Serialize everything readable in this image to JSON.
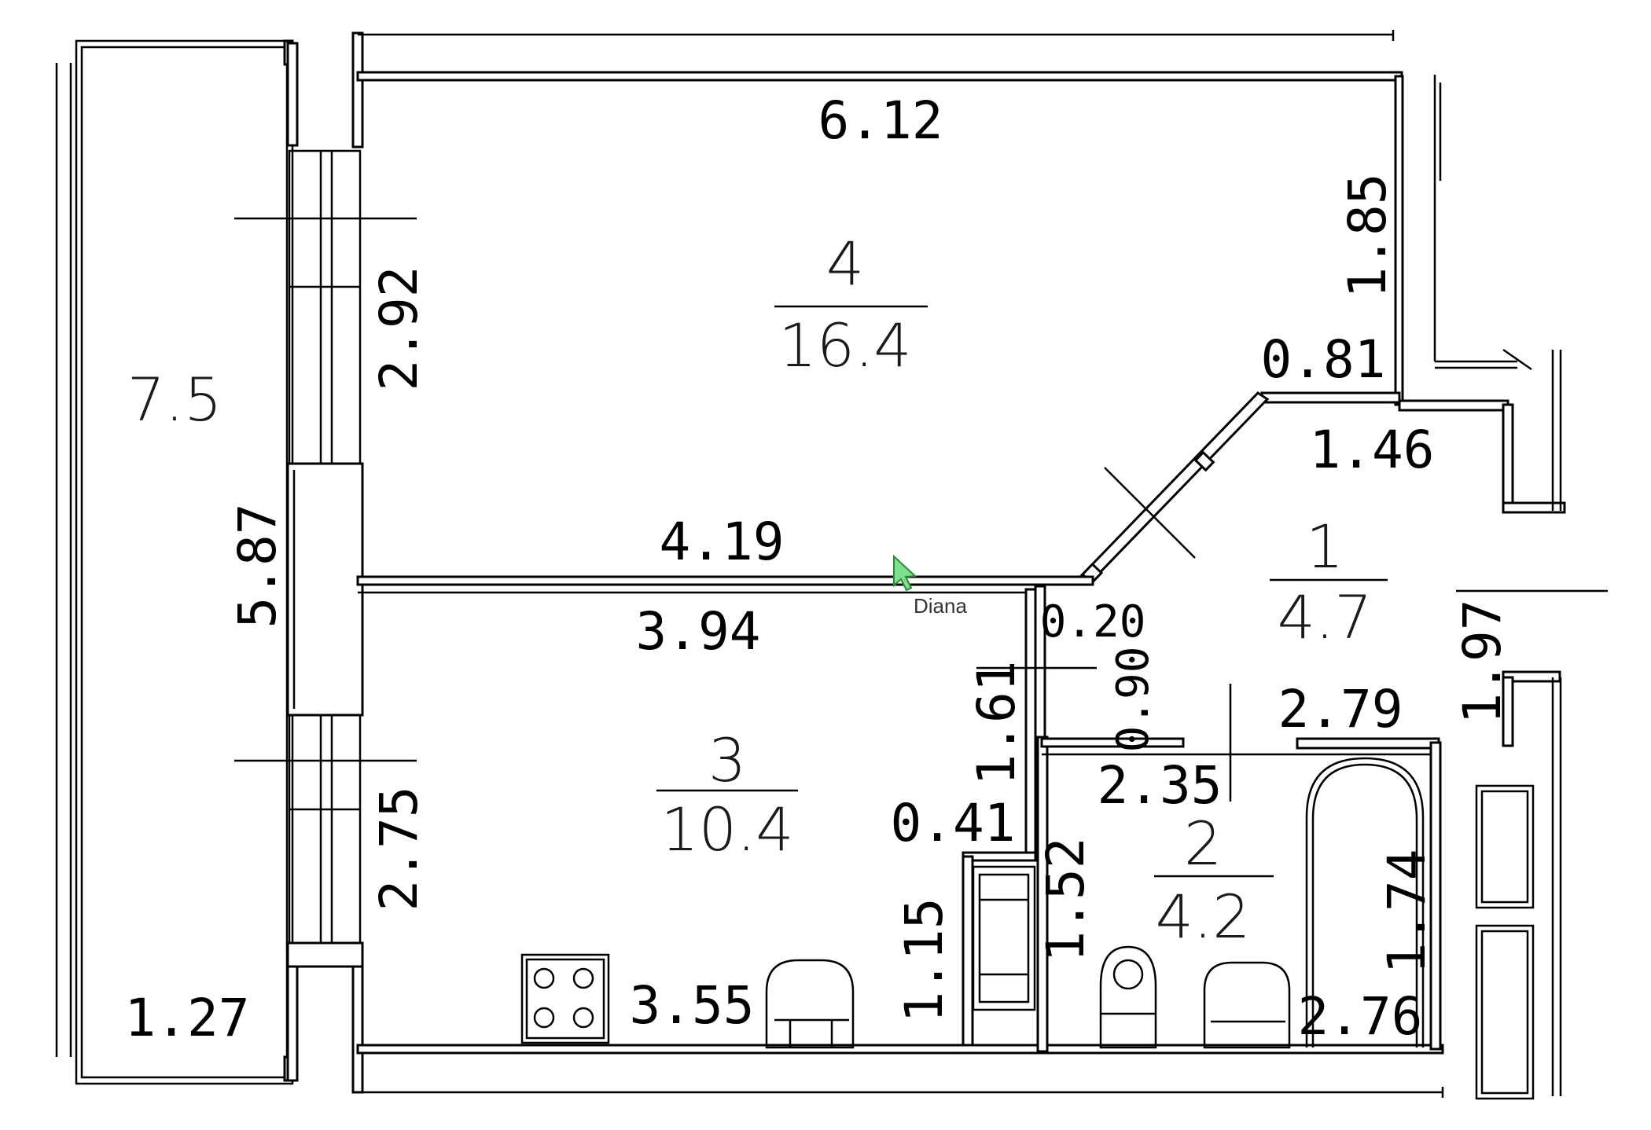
{
  "plan": {
    "rooms": [
      {
        "number": "4",
        "area": "16.4"
      },
      {
        "number": "3",
        "area": "10.4"
      },
      {
        "number": "1",
        "area": "4.7"
      },
      {
        "number": "2",
        "area": "4.2"
      }
    ],
    "balcony_area": "7.5",
    "dimensions": {
      "d_6_12": "6.12",
      "d_2_92": "2.92",
      "d_5_87": "5.87",
      "d_2_75": "2.75",
      "d_1_27": "1.27",
      "d_4_19": "4.19",
      "d_3_94": "3.94",
      "d_1_85": "1.85",
      "d_0_81": "0.81",
      "d_1_46": "1.46",
      "d_0_20": "0.20",
      "d_0_90": "0.90",
      "d_1_61": "1.61",
      "d_0_41": "0.41",
      "d_1_15": "1.15",
      "d_3_55": "3.55",
      "d_1_52": "1.52",
      "d_2_35": "2.35",
      "d_2_79": "2.79",
      "d_1_97": "1.97",
      "d_1_74": "1.74",
      "d_2_76": "2.76"
    },
    "cursor_label": "Diana"
  }
}
